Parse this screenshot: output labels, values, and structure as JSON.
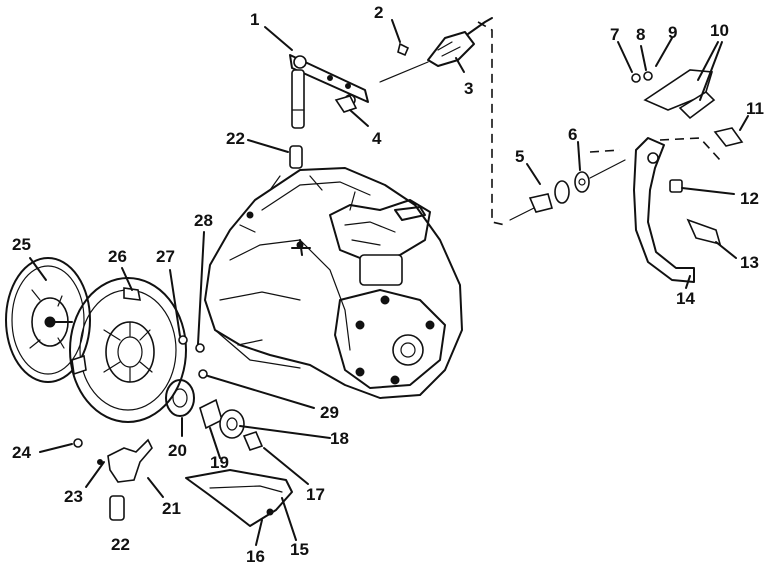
{
  "diagram": {
    "callouts": [
      {
        "id": "c1",
        "text": "1"
      },
      {
        "id": "c2",
        "text": "2"
      },
      {
        "id": "c3",
        "text": "3"
      },
      {
        "id": "c4",
        "text": "4"
      },
      {
        "id": "c5",
        "text": "5"
      },
      {
        "id": "c6",
        "text": "6"
      },
      {
        "id": "c7",
        "text": "7"
      },
      {
        "id": "c8",
        "text": "8"
      },
      {
        "id": "c9",
        "text": "9"
      },
      {
        "id": "c10",
        "text": "10"
      },
      {
        "id": "c11",
        "text": "11"
      },
      {
        "id": "c12",
        "text": "12"
      },
      {
        "id": "c13",
        "text": "13"
      },
      {
        "id": "c14",
        "text": "14"
      },
      {
        "id": "c15",
        "text": "15"
      },
      {
        "id": "c16",
        "text": "16"
      },
      {
        "id": "c17",
        "text": "17"
      },
      {
        "id": "c18",
        "text": "18"
      },
      {
        "id": "c19",
        "text": "19"
      },
      {
        "id": "c20",
        "text": "20"
      },
      {
        "id": "c21",
        "text": "21"
      },
      {
        "id": "c22a",
        "text": "22"
      },
      {
        "id": "c22b",
        "text": "22"
      },
      {
        "id": "c23",
        "text": "23"
      },
      {
        "id": "c24",
        "text": "24"
      },
      {
        "id": "c25",
        "text": "25"
      },
      {
        "id": "c26",
        "text": "26"
      },
      {
        "id": "c27",
        "text": "27"
      },
      {
        "id": "c28",
        "text": "28"
      },
      {
        "id": "c29",
        "text": "29"
      }
    ]
  }
}
